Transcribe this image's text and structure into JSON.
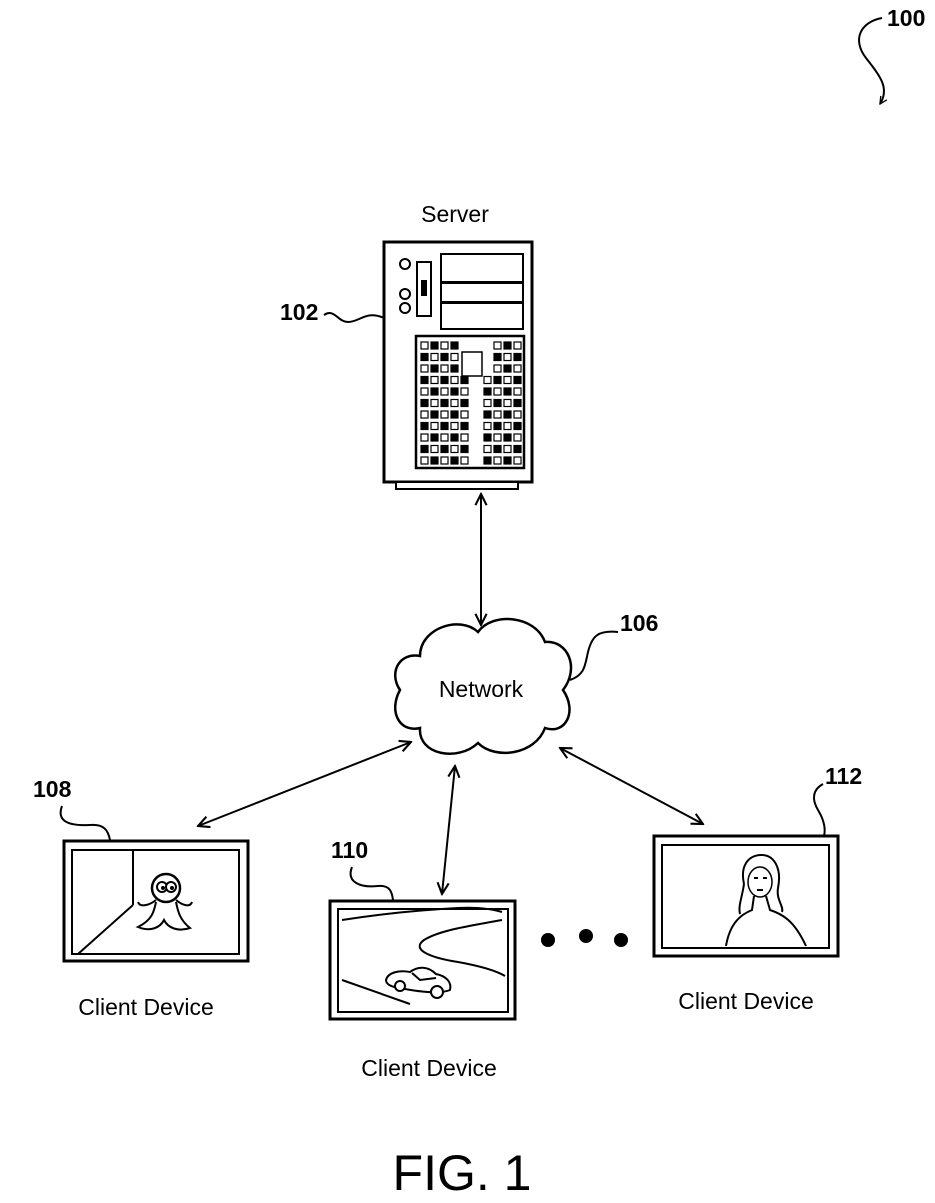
{
  "figure": {
    "ref": "100",
    "caption": "FIG. 1"
  },
  "server": {
    "label": "Server",
    "ref": "102"
  },
  "network": {
    "label": "Network",
    "ref": "106"
  },
  "client_left": {
    "label": "Client Device",
    "ref": "108"
  },
  "client_middle": {
    "label": "Client Device",
    "ref": "110"
  },
  "client_right": {
    "label": "Client Device",
    "ref": "112"
  }
}
